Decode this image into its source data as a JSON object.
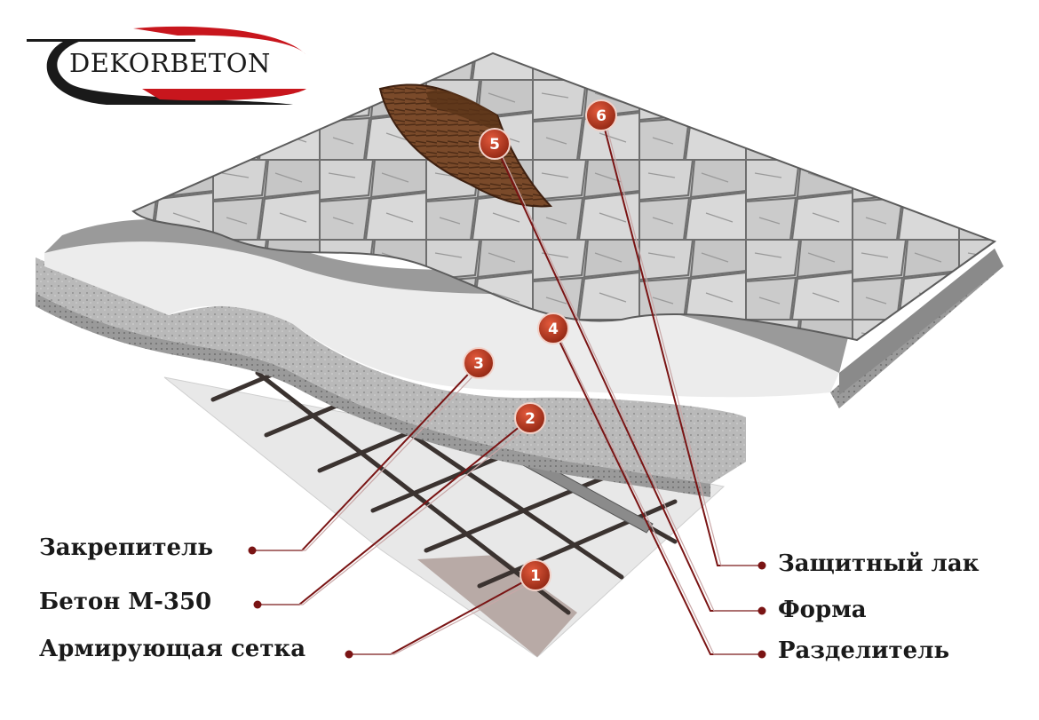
{
  "logo": {
    "text": "DEKORBETON",
    "accent": "#c8161d"
  },
  "colors": {
    "leader": "#7a1414",
    "badge": "#c0392b",
    "badge_dark": "#7f1d12"
  },
  "layers": [
    {
      "number": "1",
      "label": "Армирующая сетка"
    },
    {
      "number": "2",
      "label": "Бетон М-350"
    },
    {
      "number": "3",
      "label": "Закрепитель"
    },
    {
      "number": "4",
      "label": "Разделитель"
    },
    {
      "number": "5",
      "label": "Форма"
    },
    {
      "number": "6",
      "label": "Защитный лак"
    }
  ]
}
